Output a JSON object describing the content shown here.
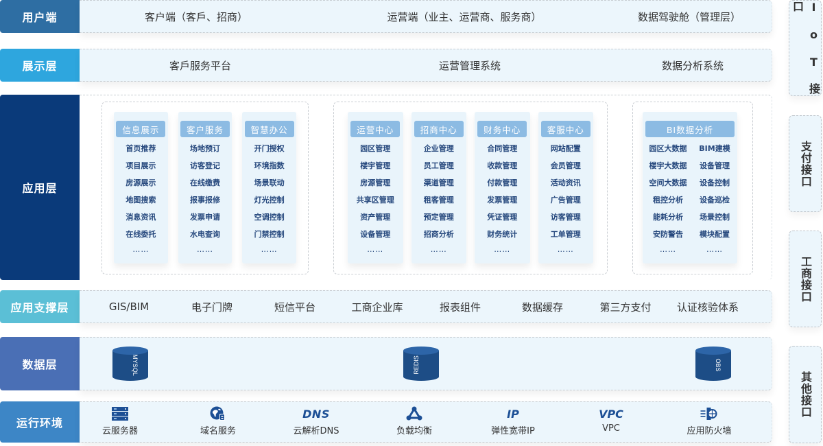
{
  "layers": {
    "user": {
      "label": "用户端",
      "color": "#2e6ea3",
      "items": [
        "客户端（客戶、招商）",
        "运营端（业主、运营商、服务商）",
        "数据驾驶舱（管理层）"
      ]
    },
    "display": {
      "label": "展示层",
      "color": "#2ea6de",
      "items": [
        "客戶服务平台",
        "运营管理系统",
        "数据分析系统"
      ]
    },
    "application": {
      "label": "应用层",
      "color": "#0a3a7a",
      "groups": [
        {
          "columns": [
            {
              "title": "信息展示",
              "items": [
                "首页推荐",
                "项目展示",
                "房源展示",
                "地图搜索",
                "消息资讯",
                "在线委托"
              ],
              "more": "……"
            },
            {
              "title": "客户服务",
              "items": [
                "场地预订",
                "访客登记",
                "在线缴费",
                "报事报修",
                "发票申请",
                "水电查询"
              ],
              "more": "……"
            },
            {
              "title": "智慧办公",
              "items": [
                "开门授权",
                "环境指数",
                "场景联动",
                "灯光控制",
                "空调控制",
                "门禁控制"
              ],
              "more": "……"
            }
          ]
        },
        {
          "columns": [
            {
              "title": "运营中心",
              "items": [
                "园区管理",
                "楼宇管理",
                "房源管理",
                "共享区管理",
                "资产管理",
                "设备管理"
              ],
              "more": "……"
            },
            {
              "title": "招商中心",
              "items": [
                "企业管理",
                "员工管理",
                "渠道管理",
                "租客管理",
                "预定管理",
                "招商分析"
              ],
              "more": "……"
            },
            {
              "title": "财务中心",
              "items": [
                "合同管理",
                "收款管理",
                "付款管理",
                "发票管理",
                "凭证管理",
                "财务统计"
              ],
              "more": "……"
            },
            {
              "title": "客服中心",
              "items": [
                "网站配置",
                "会员管理",
                "活动资讯",
                "广告管理",
                "访客管理",
                "工单管理"
              ],
              "more": "……"
            }
          ]
        },
        {
          "columns": [
            {
              "title": "BI数据分析",
              "items": [
                "园区大数据",
                "BIM建模",
                "楼宇大数据",
                "设备管理",
                "空间大数据",
                "设备控制",
                "租控分析",
                "设备巡检",
                "能耗分析",
                "场景控制",
                "安防警告",
                "模块配置"
              ],
              "more": "……"
            }
          ]
        }
      ]
    },
    "support": {
      "label": "应用支撑层",
      "color": "#5bbfd6",
      "items": [
        "GIS/BIM",
        "电子门牌",
        "短信平台",
        "工商企业库",
        "报表组件",
        "数据缓存",
        "第三方支付",
        "认证核验体系"
      ]
    },
    "data": {
      "label": "数据层",
      "color": "#4a6fb5",
      "stores": [
        "MYSQL",
        "REDIS",
        "OBS"
      ]
    },
    "runtime": {
      "label": "运行环境",
      "color": "#3d86c6",
      "items": [
        {
          "icon": "server-icon",
          "label": "云服务器"
        },
        {
          "icon": "domain-globe-icon",
          "label": "域名服务"
        },
        {
          "icon": "dns-icon",
          "icon_text": "DNS",
          "label": "云解析DNS"
        },
        {
          "icon": "load-balance-icon",
          "label": "负载均衡"
        },
        {
          "icon": "ip-icon",
          "icon_text": "IP",
          "label": "弹性宽带IP"
        },
        {
          "icon": "vpc-icon",
          "icon_text": "VPC",
          "label": "VPC"
        },
        {
          "icon": "firewall-icon",
          "label": "应用防火墙"
        }
      ]
    }
  },
  "interfaces": [
    "IoT接口",
    "支付接口",
    "工商接口",
    "其他接口"
  ],
  "interfaces_display": [
    "I o T 接 口",
    "支付接口",
    "工商接口",
    "其他接口"
  ],
  "colors": {
    "icon_blue": "#1c4f95",
    "cylinder": "#1d4d86",
    "cylinder_top": "#2d65a8",
    "text_dark": "#27497e"
  }
}
